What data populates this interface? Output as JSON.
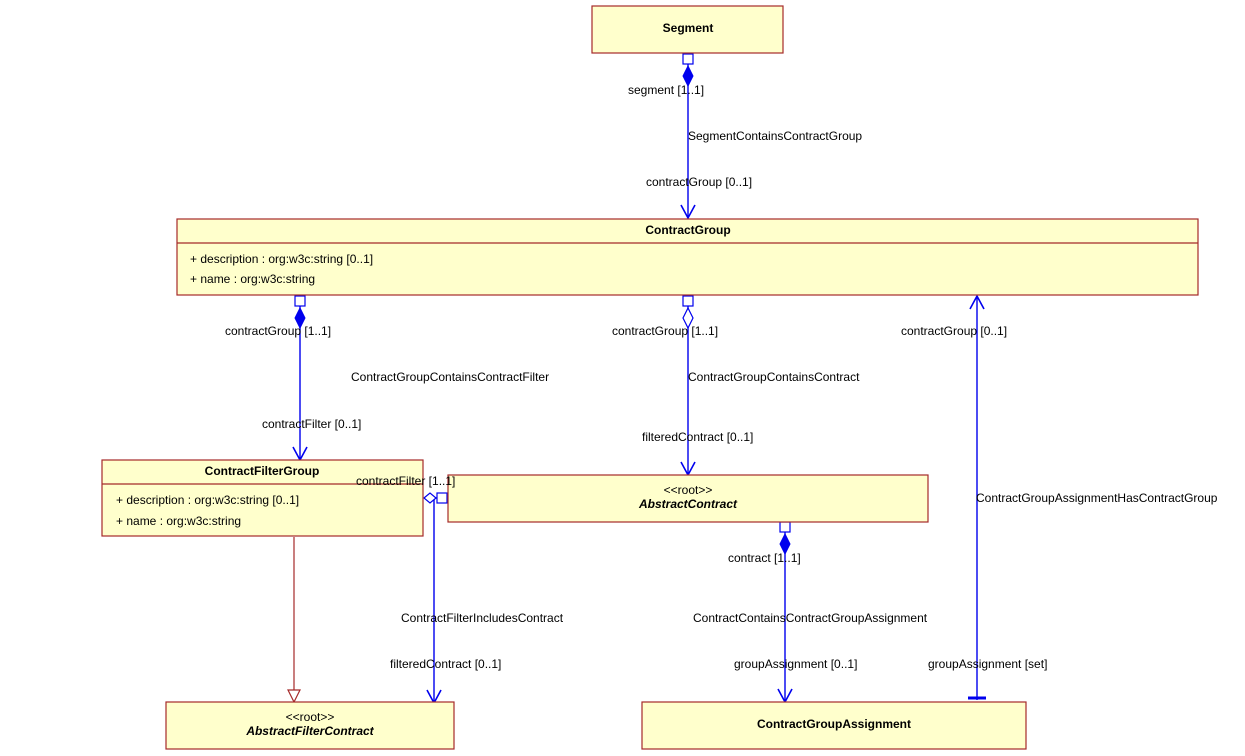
{
  "classes": {
    "segment": {
      "name": "Segment"
    },
    "contract_group": {
      "name": "ContractGroup",
      "attributes": [
        "+ description : org:w3c:string [0..1]",
        "+ name : org:w3c:string"
      ]
    },
    "contract_filter_group": {
      "name": "ContractFilterGroup",
      "attributes": [
        "+ description : org:w3c:string [0..1]",
        "+ name : org:w3c:string"
      ]
    },
    "abstract_contract": {
      "stereotype": "<<root>>",
      "name": "AbstractContract"
    },
    "abstract_filter_contract": {
      "stereotype": "<<root>>",
      "name": "AbstractFilterContract"
    },
    "contract_group_assignment": {
      "name": "ContractGroupAssignment"
    }
  },
  "associations": {
    "segment_contains_contract_group": {
      "name": "SegmentContainsContractGroup",
      "source_role": "segment [1..1]",
      "target_role": "contractGroup [0..1]"
    },
    "contract_group_contains_contract_filter": {
      "name": "ContractGroupContainsContractFilter",
      "source_role": "contractGroup [1..1]",
      "target_role": "contractFilter [0..1]"
    },
    "contract_group_contains_contract": {
      "name": "ContractGroupContainsContract",
      "source_role": "contractGroup [1..1]",
      "target_role": "filteredContract [0..1]"
    },
    "contract_group_assignment_has_contract_group": {
      "name": "ContractGroupAssignmentHasContractGroup",
      "source_role": "groupAssignment [set]",
      "target_role": "contractGroup [0..1]"
    },
    "contract_filter_includes_contract": {
      "name": "ContractFilterIncludesContract",
      "source_role": "contractFilter [1..1]",
      "target_role": "filteredContract [0..1]"
    },
    "contract_contains_contract_group_assignment": {
      "name": "ContractContainsContractGroupAssignment",
      "source_role": "contract [1..1]",
      "target_role": "groupAssignment [0..1]"
    }
  }
}
